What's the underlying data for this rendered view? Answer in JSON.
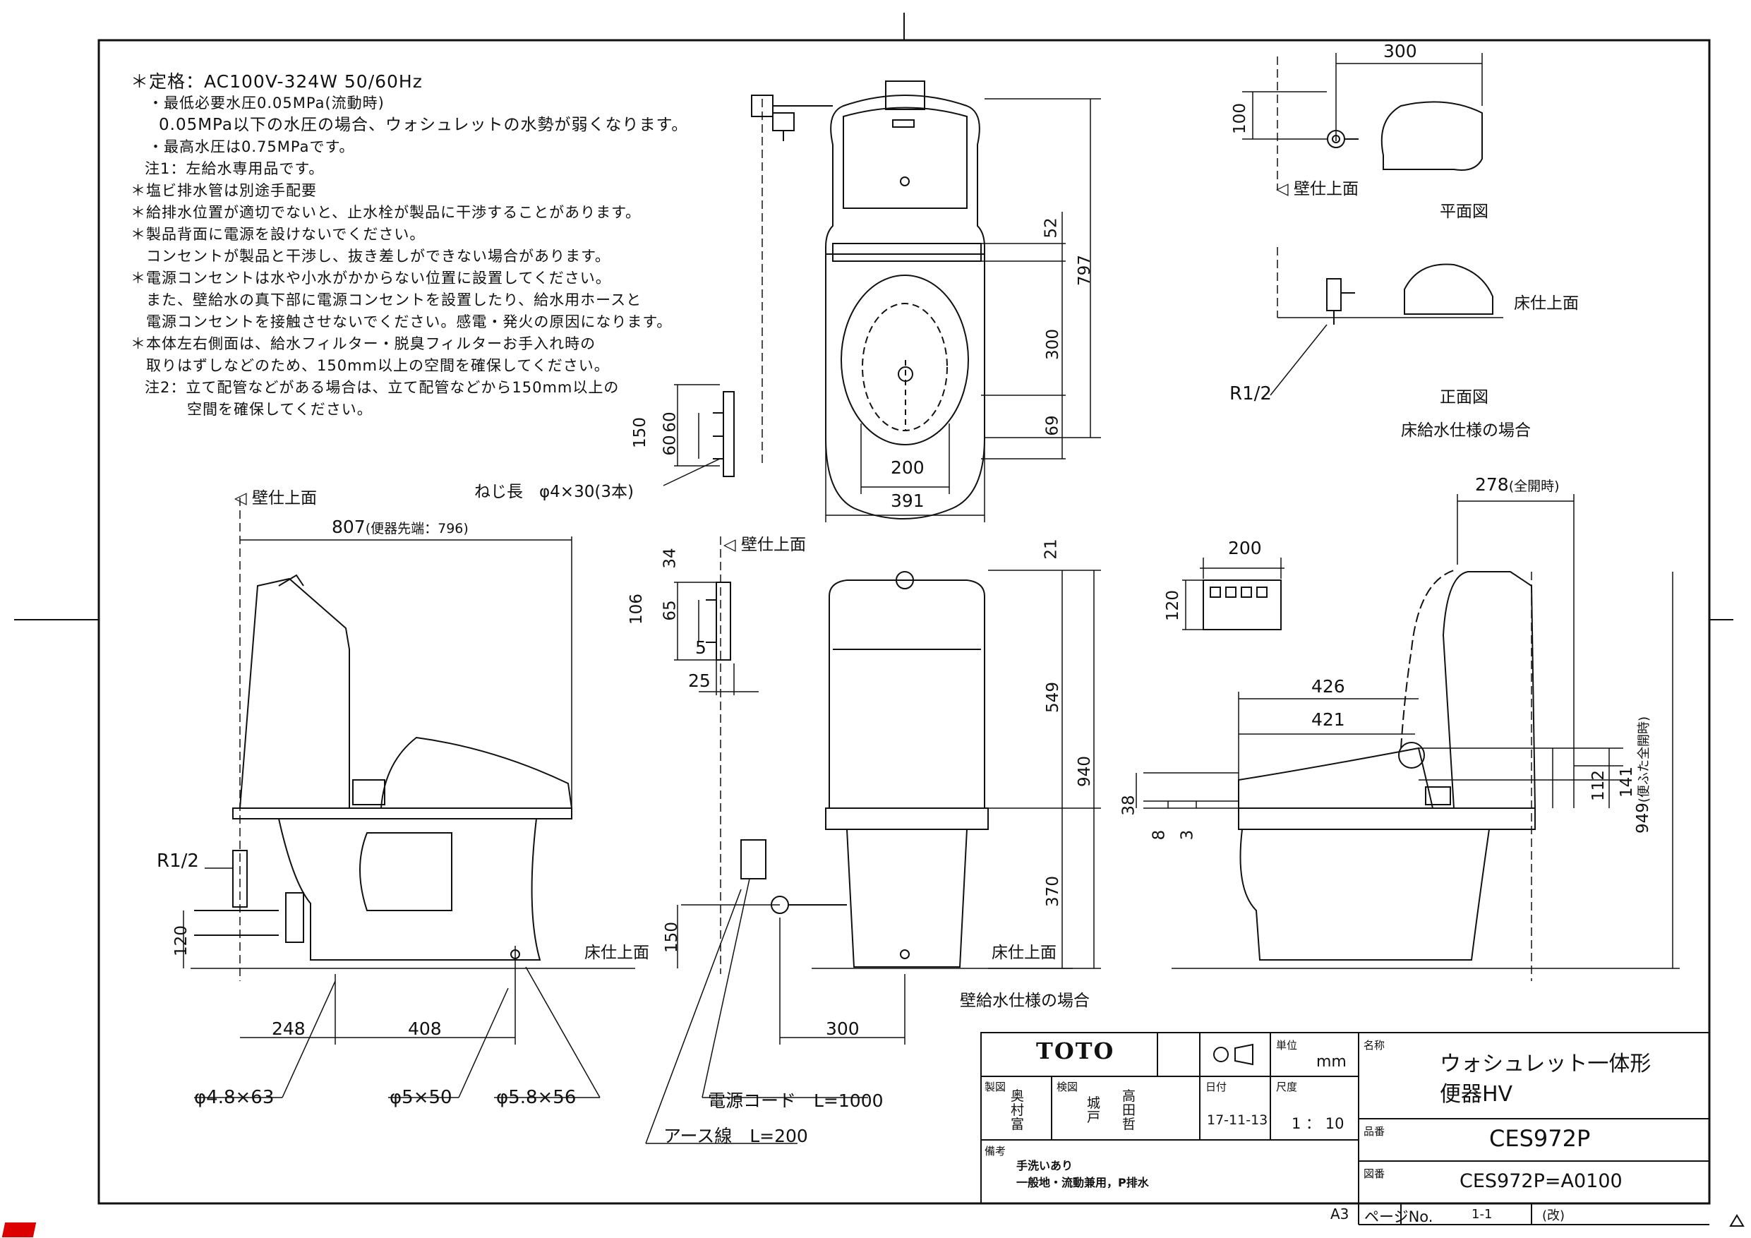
{
  "notes": [
    "＊定格：AC100V-324W 50/60Hz",
    "・最低必要水圧0.05MPa(流動時)",
    "0.05MPa以下の水圧の場合、ウォシュレットの水勢が弱くなります。",
    "・最高水圧は0.75MPaです。",
    "注1：左給水専用品です。",
    "＊塩ビ排水管は別途手配要",
    "＊給排水位置が適切でないと、止水栓が製品に干渉することがあります。",
    "＊製品背面に電源を設けないでください。",
    "コンセントが製品と干渉し、抜き差しができない場合があります。",
    "＊電源コンセントは水や小水がかからない位置に設置してください。",
    "また、壁給水の真下部に電源コンセントを設置したり、給水用ホースと",
    "電源コンセントを接触させないでください。感電・発火の原因になります。",
    "＊本体左右側面は、給水フィルター・脱臭フィルターお手入れ時の",
    "取りはずしなどのため、150mm以上の空間を確保してください。",
    "注2：立て配管などがある場合は、立て配管などから150mm以上の",
    "空間を確保してください。"
  ],
  "labels": {
    "wall_finish": "壁仕上面",
    "floor_finish": "床仕上面",
    "plan_view": "平面図",
    "front_view": "正面図",
    "floor_supply_case": "床給水仕様の場合",
    "wall_supply_case": "壁給水仕様の場合",
    "r12": "R1/2",
    "screw": "ねじ長　φ4×30(3本)",
    "screw1": "φ4.8×63",
    "screw2": "φ5×50",
    "screw3": "φ5.8×56",
    "power_cord": "電源コード　L=1000",
    "earth_wire": "アース線　L=200",
    "paper_size": "A3"
  },
  "dims": {
    "d300_top": "300",
    "d100": "100",
    "d52": "52",
    "d797": "797",
    "d300_v": "300",
    "d69": "69",
    "d200_plan": "200",
    "d391": "391",
    "d150_remote": "150",
    "d60a": "60",
    "d60b": "60",
    "d807": "807",
    "d807_note": "(便器先端：796)",
    "d34": "34",
    "d106": "106",
    "d65": "65",
    "d5": "5",
    "d25": "25",
    "d21": "21",
    "d549": "549",
    "d940": "940",
    "d370": "370",
    "d150_front": "150",
    "d300_front": "300",
    "d120_side": "120",
    "d248": "248",
    "d408": "408",
    "d278": "278",
    "d278_note": "(全開時)",
    "d200_remote": "200",
    "d120_remote": "120",
    "d426": "426",
    "d421": "421",
    "d38": "38",
    "d8": "8",
    "d3": "3",
    "d112": "112",
    "d141": "141",
    "d949": "949",
    "d949_note": "(便ふた全開時)"
  },
  "title_block": {
    "brand": "TOTO",
    "unit_label": "単位",
    "unit": "mm",
    "name_label": "名称",
    "name_line1": "ウォシュレット一体形",
    "name_line2": "便器HV",
    "drawn_label": "製図",
    "drawn_by": "奥\n村\n富",
    "checked_label": "検図",
    "checked_by1": "城\n戸",
    "checked_by2": "高\n田\n哲",
    "date_label": "日付",
    "date": "17-11-13",
    "scale_label": "尺度",
    "scale": "1 ： 10",
    "part_label": "品番",
    "part_no": "CES972P",
    "remarks_label": "備考",
    "remark1": "手洗いあり",
    "remark2": "一般地・流動兼用，P排水",
    "drawing_label": "図番",
    "drawing_no": "CES972P=A0100",
    "page_label": "ページNo.",
    "page": "1-1",
    "rev_label": "(改)"
  }
}
